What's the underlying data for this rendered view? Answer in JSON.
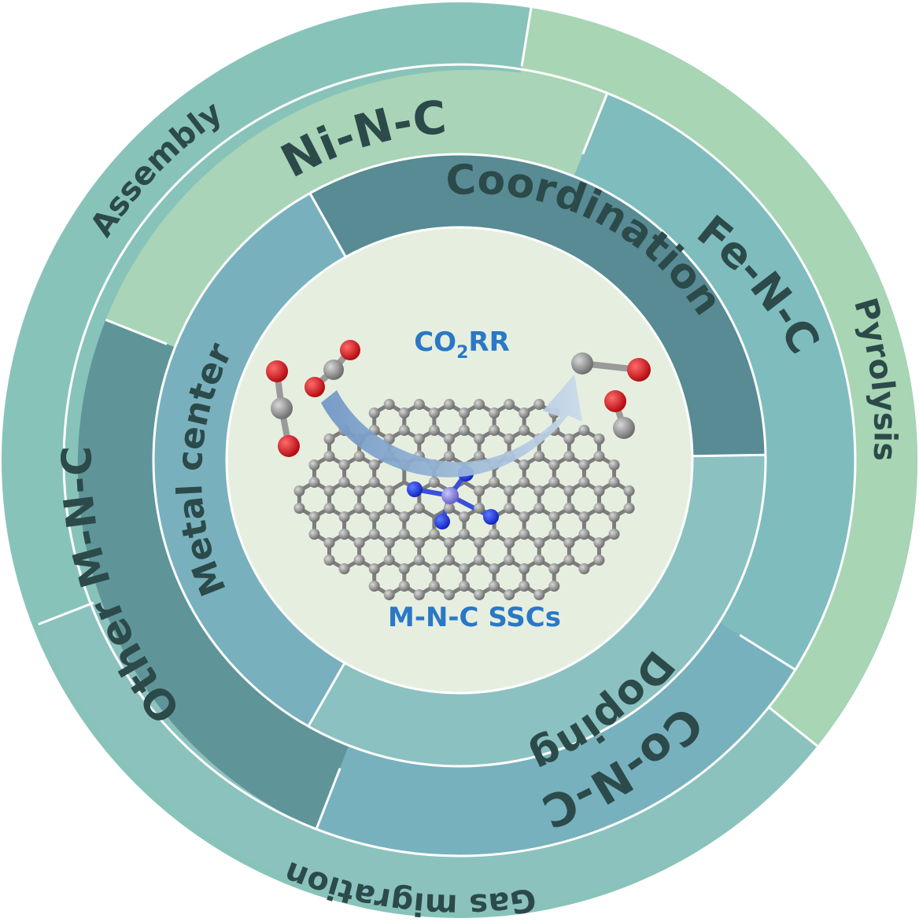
{
  "outer_ring": {
    "assembly": "Assembly",
    "pyrolysis": "Pyrolysis",
    "gas_migration": "Gas migration"
  },
  "middle_ring": {
    "ni": "Ni-N-C",
    "fe": "Fe-N-C",
    "co": "Co-N-C",
    "other": "Other M-N-C"
  },
  "inner_ring": {
    "coordination": "Coordination",
    "doping": "Doping",
    "metal_center": "Metal center"
  },
  "center": {
    "reaction_prefix": "CO",
    "reaction_subscript": "2",
    "reaction_suffix": "RR",
    "catalyst_label": "M-N-C SSCs"
  },
  "colors": {
    "outer_teal": "#88c3b9",
    "outer_green": "#a8d5b4",
    "outer_gas": "#8cc2bd",
    "ring_ni": "#a9d4b7",
    "ring_fe": "#7fbcbe",
    "ring_co": "#77b1bd",
    "ring_other": "#5f9598",
    "inner_coordination": "#588b94",
    "inner_doping": "#8bc1c1",
    "inner_metal": "#78b1bd",
    "core": "#e6efdf",
    "label_dark": "#2c4a4a",
    "label_blue": "#2a78c6",
    "oxygen": "#d4161d",
    "carbon": "#8c8c8c",
    "nitrogen": "#1d3ee0",
    "metal": "#8a86d8"
  }
}
